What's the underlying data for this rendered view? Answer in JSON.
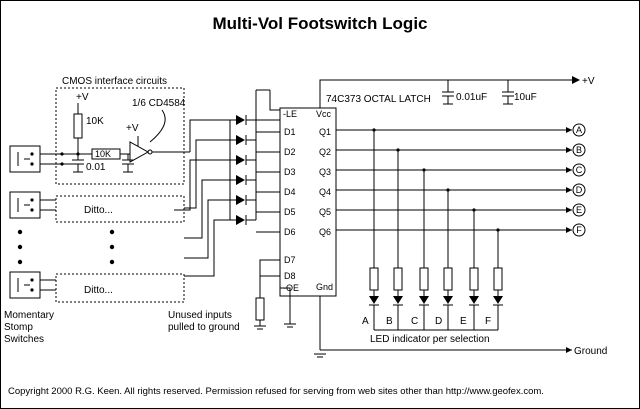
{
  "title": "Multi-Vol Footswitch Logic",
  "cmos_box_label": "CMOS interface circuits",
  "plus_v": "+V",
  "plus_v_supply": "+V",
  "r_pullup": "10K",
  "r_series": "10K",
  "cap_small": "0.01",
  "inverter_label": "1/6 CD4584",
  "ditto_1": "Ditto...",
  "ditto_2": "Ditto...",
  "latch_label": "74C373 OCTAL LATCH",
  "cap_bypass_1": "0.01uF",
  "cap_bypass_2": "10uF",
  "chip": {
    "left_pins": [
      "-LE",
      "D1",
      "D2",
      "D3",
      "D4",
      "D5",
      "D6",
      "D7",
      "D8",
      "-OE"
    ],
    "vcc": "Vcc",
    "gnd": "Gnd",
    "right_pins": [
      "Q1",
      "Q2",
      "Q3",
      "Q4",
      "Q5",
      "Q6"
    ]
  },
  "outputs": [
    "A",
    "B",
    "C",
    "D",
    "E",
    "F"
  ],
  "led_labels": [
    "A",
    "B",
    "C",
    "D",
    "E",
    "F"
  ],
  "switch_label": [
    "Momentary",
    "Stomp",
    "Switches"
  ],
  "unused_label": [
    "Unused inputs",
    "pulled to ground"
  ],
  "led_caption": "LED indicator per selection",
  "ground_label": "Ground",
  "copyright": "Copyright 2000 R.G. Keen. All rights reserved. Permission refused  for serving from  web sites other than  http://www.geofex.com."
}
